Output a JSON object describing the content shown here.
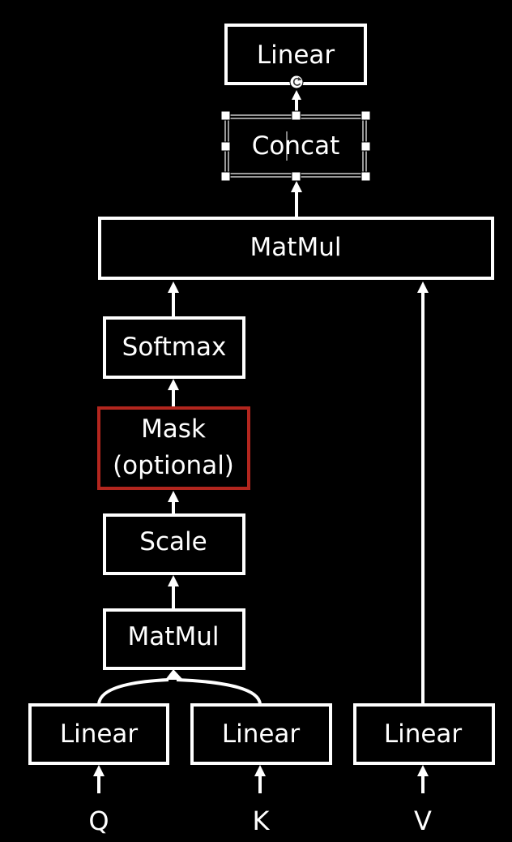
{
  "nodes": {
    "linear_top": "Linear",
    "concat": "Concat",
    "matmul_top": "MatMul",
    "softmax": "Softmax",
    "mask_line1": "Mask",
    "mask_line2": "(optional)",
    "scale": "Scale",
    "matmul_bottom": "MatMul",
    "linear_q": "Linear",
    "linear_k": "Linear",
    "linear_v": "Linear"
  },
  "inputs": {
    "q": "Q",
    "k": "K",
    "v": "V"
  },
  "colors": {
    "background": "#000000",
    "foreground": "#ffffff",
    "mask_border": "#b3261e"
  },
  "selection": {
    "selected_node": "concat",
    "rotate_icon": "rotate-handle-icon"
  }
}
